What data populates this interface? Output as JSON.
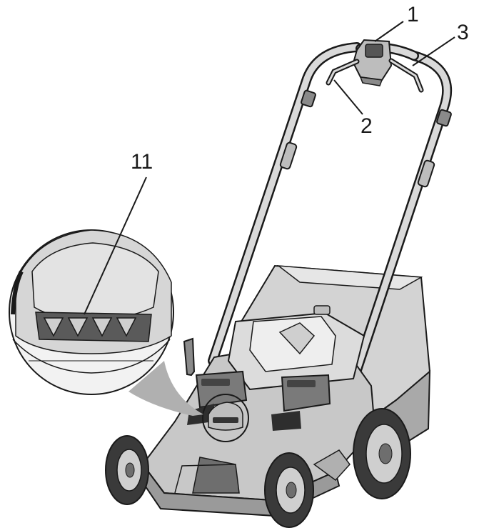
{
  "callouts": [
    {
      "id": "1",
      "label": "1"
    },
    {
      "id": "2",
      "label": "2"
    },
    {
      "id": "3",
      "label": "3"
    },
    {
      "id": "11",
      "label": "11"
    }
  ],
  "colors": {
    "outline": "#1a1a1a",
    "body_light": "#d9d9d9",
    "body_mid": "#bdbdbd",
    "body_dark": "#6e6e6e",
    "tire": "#3a3a3a",
    "bag": "#cfcfcf"
  }
}
